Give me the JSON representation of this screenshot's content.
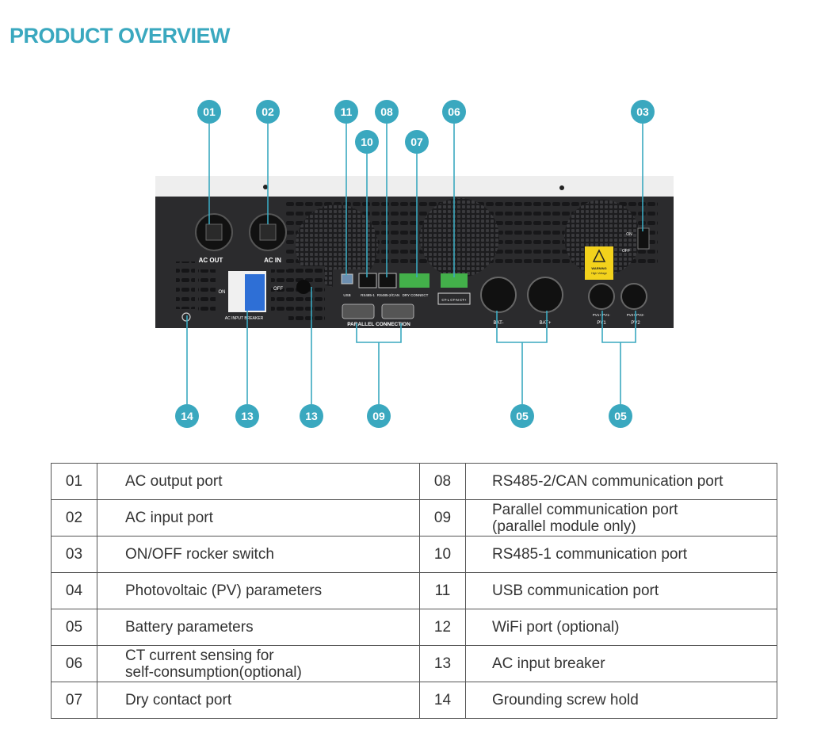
{
  "page_title": "PRODUCT OVERVIEW",
  "colors": {
    "accent": "#3aa8bf",
    "device": "#2b2b2d",
    "callout_line": "#3aa8bf",
    "breaker": "#2e6fd6",
    "terminal": "#43b04a",
    "warning": "#f3d21c"
  },
  "callouts": {
    "c01": "01",
    "c02": "02",
    "c11": "11",
    "c08": "08",
    "c06": "06",
    "c03": "03",
    "c10": "10",
    "c07": "07",
    "c14": "14",
    "c13a": "13",
    "c13b": "13",
    "c09": "09",
    "c05a": "05",
    "c05b": "05"
  },
  "device_labels": {
    "ac_out": "AC OUT",
    "ac_in": "AC IN",
    "on": "ON",
    "off": "OFF",
    "switch_on": "ON",
    "switch_off": "OFF",
    "breaker": "AC INPUT BREAKER",
    "usb": "USB",
    "rs485_1": "RS485-1",
    "rs485_2": "RS485-2/CAN",
    "dry": "DRY CONNECT",
    "ct": "CT-L  CT-N  CT+",
    "parallel": "PARALLEL CONNECTION",
    "bat_minus": "BAT-",
    "bat_plus": "BAT+",
    "pv1_sub": "PV1+  PV1-",
    "pv1": "PV1",
    "pv2_sub": "PV2+  PV2-",
    "pv2": "PV2",
    "warning": "WARNING",
    "warning_sub": "High Voltage"
  },
  "table": [
    {
      "left_num": "01",
      "left_desc": "AC output port",
      "right_num": "08",
      "right_desc": "RS485-2/CAN communication port"
    },
    {
      "left_num": "02",
      "left_desc": "AC input port",
      "right_num": "09",
      "right_desc": "Parallel communication port\n(parallel module only)"
    },
    {
      "left_num": "03",
      "left_desc": "ON/OFF rocker switch",
      "right_num": "10",
      "right_desc": "RS485-1 communication port"
    },
    {
      "left_num": "04",
      "left_desc": "Photovoltaic (PV) parameters",
      "right_num": "11",
      "right_desc": "USB communication port"
    },
    {
      "left_num": "05",
      "left_desc": "Battery parameters",
      "right_num": "12",
      "right_desc": "WiFi port (optional)"
    },
    {
      "left_num": "06",
      "left_desc": "CT current sensing for\nself-consumption(optional)",
      "right_num": "13",
      "right_desc": "AC input breaker"
    },
    {
      "left_num": "07",
      "left_desc": "Dry contact port",
      "right_num": "14",
      "right_desc": "Grounding screw hold"
    }
  ]
}
